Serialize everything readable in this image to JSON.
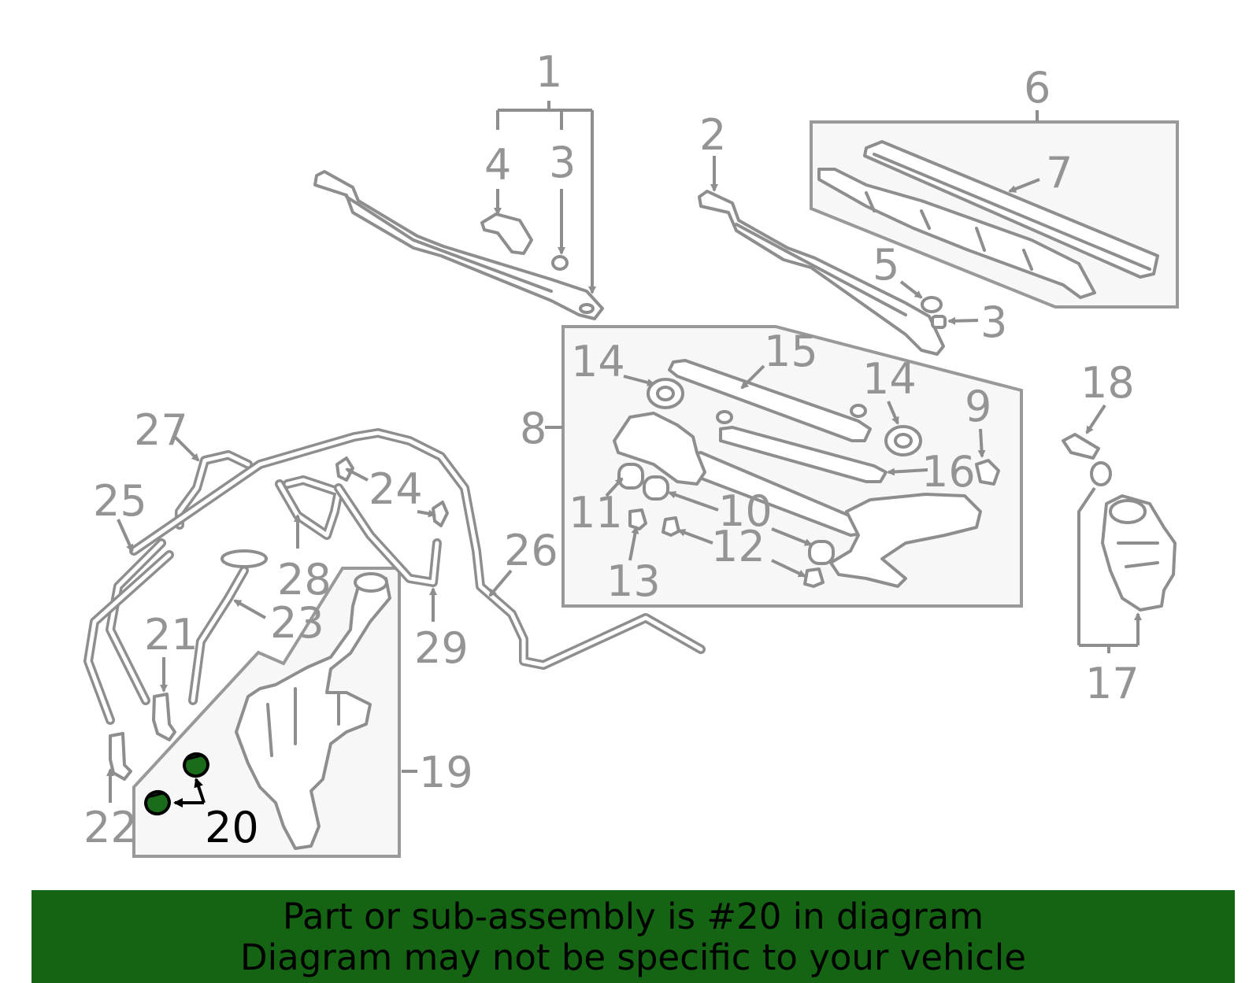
{
  "diagram": {
    "highlight_color": "#1a6b1a",
    "callouts": {
      "c1": "1",
      "c2": "2",
      "c3a": "3",
      "c3b": "3",
      "c4": "4",
      "c5": "5",
      "c6": "6",
      "c7": "7",
      "c8": "8",
      "c9": "9",
      "c10": "10",
      "c11": "11",
      "c12": "12",
      "c13": "13",
      "c14a": "14",
      "c14b": "14",
      "c15": "15",
      "c16": "16",
      "c17": "17",
      "c18": "18",
      "c19": "19",
      "c20": "20",
      "c21": "21",
      "c22": "22",
      "c23": "23",
      "c24": "24",
      "c25": "25",
      "c26": "26",
      "c27": "27",
      "c28": "28",
      "c29": "29"
    },
    "highlighted_part": "20"
  },
  "footer": {
    "line1": "Part or sub-assembly is #20 in diagram",
    "line2": "Diagram may not be specific to your vehicle",
    "background": "#146414"
  }
}
